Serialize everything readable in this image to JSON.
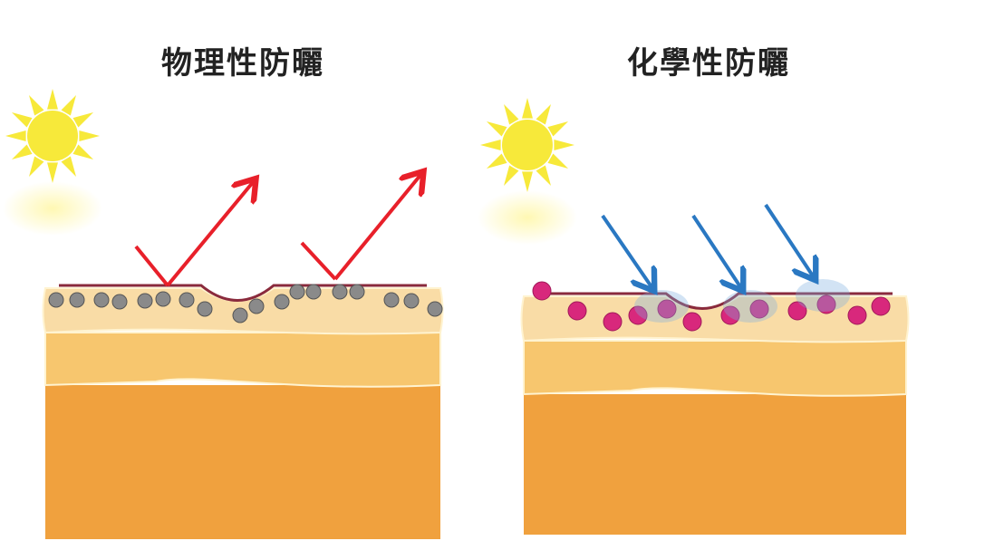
{
  "panels": [
    {
      "title": "物理性防曬",
      "particle_color": "#8a8a8a",
      "arrow_color": "#e8202a",
      "arrow_type": "reflect"
    },
    {
      "title": "化學性防曬",
      "particle_color": "#d8287c",
      "arrow_color": "#2a78c2",
      "arrow_type": "absorb"
    }
  ],
  "colors": {
    "skin_top": "#f9dca6",
    "skin_middle": "#f7c66e",
    "skin_bottom": "#f0a13e",
    "membrane": "#8a2a3c",
    "sun": "#f7e93a"
  }
}
